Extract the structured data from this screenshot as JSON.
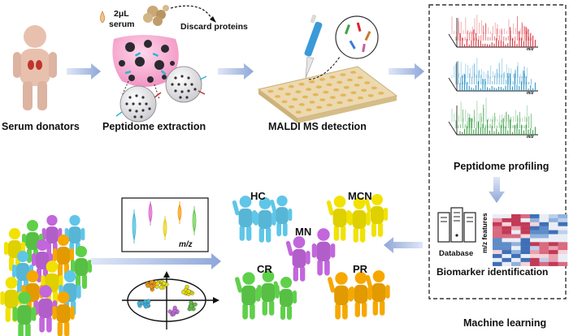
{
  "labels": {
    "serum_donators": "Serum donators",
    "peptidome_extraction": "Peptidome extraction",
    "maldi_detection": "MALDI MS detection",
    "peptidome_profiling": "Peptidome profiling",
    "biomarker_identification": "Biomarker identification",
    "machine_learning": "Machine learning",
    "serum_volume": "2μL",
    "serum": "serum",
    "discard_proteins": "Discard proteins",
    "database": "Database",
    "mz_features": "m/z features",
    "mz_axis": "m/z",
    "hc": "HC",
    "mcn": "MCN",
    "mn": "MN",
    "cr": "CR",
    "pr": "PR"
  },
  "colors": {
    "arrow": "#9fb4dd",
    "spectrum_red": "#d9242f",
    "spectrum_blue": "#1f8ec7",
    "spectrum_green": "#2e9a3c",
    "hc": "#5fc6e8",
    "mcn": "#f2e200",
    "mn": "#c266dc",
    "cr": "#5fd04a",
    "pr": "#f6a800"
  }
}
